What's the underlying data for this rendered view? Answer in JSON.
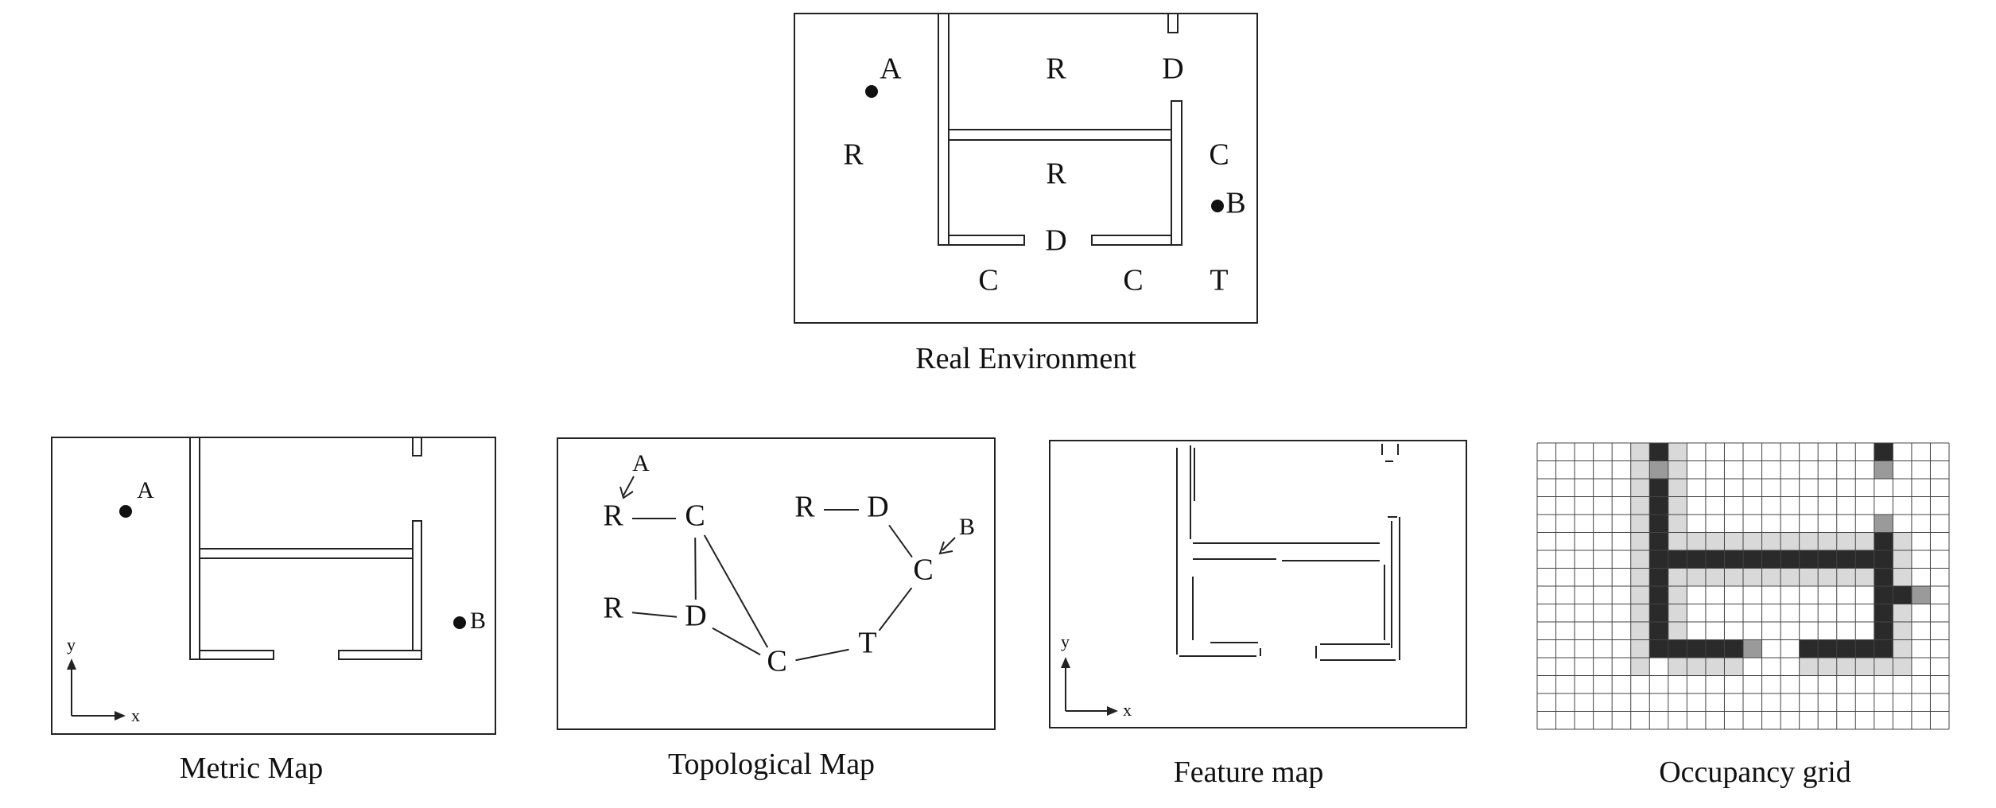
{
  "captions": {
    "real": "Real Environment",
    "metric": "Metric Map",
    "topological": "Topological Map",
    "feature": "Feature map",
    "occupancy": "Occupancy grid"
  },
  "real_env": {
    "labels": {
      "a": "A",
      "b": "B",
      "r_left": "R",
      "r_top": "R",
      "r_mid": "R",
      "d_top": "D",
      "d_bottom": "D",
      "c_right": "C",
      "c_bottom_left": "C",
      "c_bottom_mid": "C",
      "t": "T"
    }
  },
  "metric_map": {
    "labels": {
      "a": "A",
      "b": "B"
    },
    "axis": {
      "y": "y",
      "x": "x"
    }
  },
  "topological_map": {
    "nodes": [
      {
        "id": "n1",
        "label": "R"
      },
      {
        "id": "n2",
        "label": "C"
      },
      {
        "id": "n3",
        "label": "R"
      },
      {
        "id": "n4",
        "label": "D"
      },
      {
        "id": "n5",
        "label": "C"
      },
      {
        "id": "n6",
        "label": "T"
      },
      {
        "id": "n7",
        "label": "C"
      },
      {
        "id": "n8",
        "label": "D"
      },
      {
        "id": "n9",
        "label": "R"
      }
    ],
    "edges": [
      [
        "n1",
        "n2"
      ],
      [
        "n2",
        "n4"
      ],
      [
        "n2",
        "n5"
      ],
      [
        "n3",
        "n4"
      ],
      [
        "n4",
        "n5"
      ],
      [
        "n5",
        "n6"
      ],
      [
        "n6",
        "n7"
      ],
      [
        "n7",
        "n8"
      ],
      [
        "n8",
        "n9"
      ]
    ],
    "markers": {
      "a": "A",
      "b": "B"
    }
  },
  "feature_map": {
    "axis": {
      "y": "y",
      "x": "x"
    }
  },
  "occupancy_grid": {
    "rows": 16,
    "cols": 22,
    "cells": [
      [
        6,
        0,
        2
      ],
      [
        6,
        1,
        2
      ],
      [
        6,
        2,
        2
      ],
      [
        6,
        3,
        2
      ],
      [
        6,
        4,
        2
      ],
      [
        6,
        5,
        2
      ],
      [
        6,
        6,
        2
      ],
      [
        6,
        7,
        2
      ],
      [
        6,
        8,
        2
      ],
      [
        6,
        9,
        2
      ],
      [
        6,
        10,
        2
      ],
      [
        6,
        11,
        2
      ],
      [
        5,
        0,
        1
      ],
      [
        5,
        1,
        1
      ],
      [
        7,
        0,
        1
      ],
      [
        7,
        1,
        1
      ],
      [
        5,
        2,
        1
      ],
      [
        5,
        3,
        1
      ],
      [
        5,
        4,
        1
      ],
      [
        5,
        5,
        1
      ],
      [
        5,
        6,
        1
      ],
      [
        5,
        7,
        1
      ],
      [
        5,
        8,
        1
      ],
      [
        5,
        9,
        1
      ],
      [
        5,
        10,
        1
      ],
      [
        5,
        11,
        1
      ],
      [
        5,
        12,
        1
      ],
      [
        7,
        2,
        1
      ],
      [
        7,
        3,
        1
      ],
      [
        7,
        4,
        1
      ],
      [
        7,
        5,
        1
      ],
      [
        7,
        6,
        1
      ],
      [
        7,
        7,
        1
      ],
      [
        7,
        8,
        1
      ],
      [
        7,
        9,
        1
      ],
      [
        7,
        10,
        1
      ],
      [
        7,
        11,
        1
      ],
      [
        7,
        6,
        2
      ],
      [
        8,
        6,
        2
      ],
      [
        9,
        6,
        2
      ],
      [
        10,
        6,
        2
      ],
      [
        11,
        6,
        2
      ],
      [
        12,
        6,
        2
      ],
      [
        13,
        6,
        2
      ],
      [
        14,
        6,
        2
      ],
      [
        15,
        6,
        2
      ],
      [
        16,
        6,
        2
      ],
      [
        17,
        6,
        2
      ],
      [
        18,
        6,
        2
      ],
      [
        19,
        6,
        2
      ],
      [
        7,
        5,
        1
      ],
      [
        8,
        5,
        1
      ],
      [
        9,
        5,
        1
      ],
      [
        10,
        5,
        1
      ],
      [
        11,
        5,
        1
      ],
      [
        12,
        5,
        1
      ],
      [
        13,
        5,
        1
      ],
      [
        14,
        5,
        1
      ],
      [
        15,
        5,
        1
      ],
      [
        16,
        5,
        1
      ],
      [
        17,
        5,
        1
      ],
      [
        18,
        5,
        1
      ],
      [
        7,
        7,
        1
      ],
      [
        8,
        7,
        1
      ],
      [
        9,
        7,
        1
      ],
      [
        10,
        7,
        1
      ],
      [
        11,
        7,
        1
      ],
      [
        12,
        7,
        1
      ],
      [
        13,
        7,
        1
      ],
      [
        14,
        7,
        1
      ],
      [
        15,
        7,
        1
      ],
      [
        16,
        7,
        1
      ],
      [
        17,
        7,
        1
      ],
      [
        18,
        7,
        1
      ],
      [
        18,
        0,
        2
      ],
      [
        18,
        1,
        1
      ],
      [
        18,
        4,
        1
      ],
      [
        18,
        5,
        2
      ],
      [
        18,
        6,
        2
      ],
      [
        18,
        7,
        2
      ],
      [
        18,
        8,
        2
      ],
      [
        18,
        9,
        2
      ],
      [
        18,
        10,
        2
      ],
      [
        18,
        11,
        2
      ],
      [
        19,
        5,
        1
      ],
      [
        19,
        6,
        2
      ],
      [
        19,
        7,
        1
      ],
      [
        19,
        8,
        1
      ],
      [
        19,
        9,
        1
      ],
      [
        19,
        10,
        1
      ],
      [
        19,
        11,
        1
      ],
      [
        19,
        12,
        1
      ],
      [
        17,
        11,
        1
      ],
      [
        17,
        12,
        1
      ],
      [
        7,
        11,
        2
      ],
      [
        8,
        11,
        2
      ],
      [
        9,
        11,
        2
      ],
      [
        10,
        11,
        2
      ],
      [
        11,
        11,
        1
      ],
      [
        14,
        11,
        2
      ],
      [
        15,
        11,
        2
      ],
      [
        16,
        11,
        2
      ],
      [
        17,
        11,
        2
      ],
      [
        7,
        12,
        1
      ],
      [
        8,
        12,
        1
      ],
      [
        9,
        12,
        1
      ],
      [
        10,
        12,
        1
      ],
      [
        14,
        12,
        1
      ],
      [
        15,
        12,
        1
      ],
      [
        16,
        12,
        1
      ],
      [
        17,
        12,
        1
      ],
      [
        18,
        12,
        1
      ],
      [
        19,
        8,
        2
      ],
      [
        19,
        6,
        1
      ]
    ]
  }
}
